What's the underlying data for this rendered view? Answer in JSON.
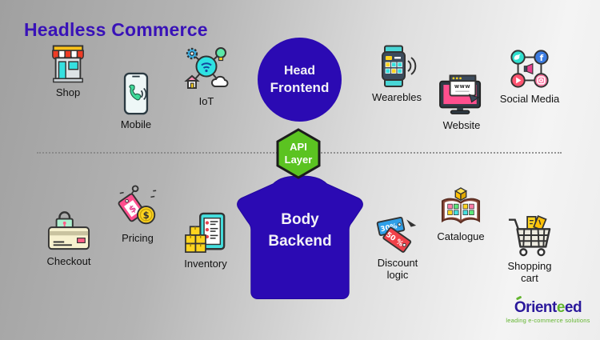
{
  "title": "Headless Commerce",
  "center": {
    "head": {
      "line1": "Head",
      "line2": "Frontend"
    },
    "api": {
      "line1": "API",
      "line2": "Layer"
    },
    "body": {
      "line1": "Body",
      "line2": "Backend"
    }
  },
  "frontend_items": [
    {
      "label": "Shop",
      "icon": "shop-icon"
    },
    {
      "label": "Mobile",
      "icon": "mobile-icon"
    },
    {
      "label": "IoT",
      "icon": "iot-icon"
    },
    {
      "label": "Wearebles",
      "icon": "smartwatch-icon"
    },
    {
      "label": "Website",
      "icon": "website-icon"
    },
    {
      "label": "Social Media",
      "icon": "social-media-icon"
    }
  ],
  "backend_items": [
    {
      "label": "Checkout",
      "icon": "credit-card-lock-icon"
    },
    {
      "label": "Pricing",
      "icon": "price-tag-coin-icon"
    },
    {
      "label": "Inventory",
      "icon": "inventory-checklist-icon"
    },
    {
      "label": "Discount logic",
      "icon": "discount-tags-icon"
    },
    {
      "label": "Catalogue",
      "icon": "catalogue-book-icon"
    },
    {
      "label": "Shopping cart",
      "icon": "shopping-cart-icon"
    }
  ],
  "icon_texts": {
    "website_url": "www",
    "facebook_letter": "f",
    "discount_tag_1": "30%",
    "discount_tag_2": "50 %",
    "pricing_tag_dollar": "$",
    "pricing_coin_dollar": "$"
  },
  "logo": {
    "name_start": "Orient",
    "name_accent": "e",
    "name_end": "ed",
    "tagline": "leading e-commerce solutions"
  },
  "colors": {
    "primary_blue": "#2b0ab3",
    "title_blue": "#3912b8",
    "api_green": "#5bc321",
    "logo_blue": "#2a189b",
    "logo_green": "#62b52e"
  }
}
